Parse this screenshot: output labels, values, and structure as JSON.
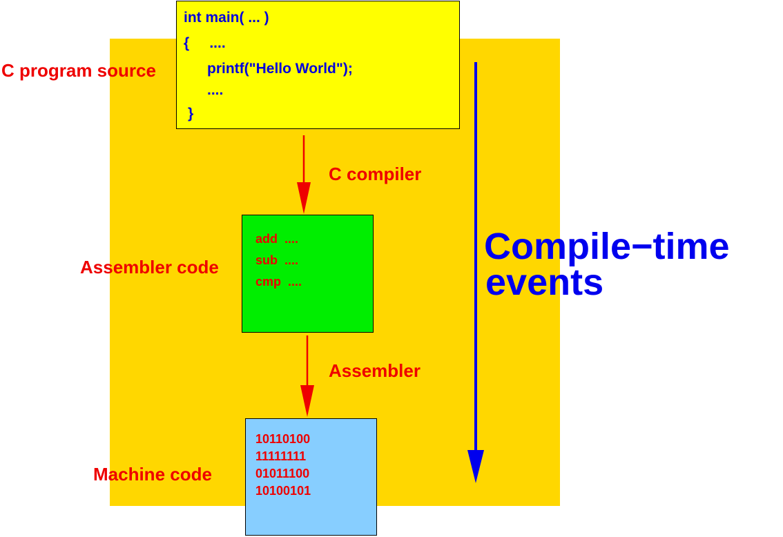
{
  "source": {
    "label": "C program source",
    "code_lines": [
      "int main( ... )",
      "{     ....",
      "printf(\"Hello World\");",
      "....",
      "}"
    ]
  },
  "compile_step": {
    "label": "C compiler"
  },
  "assembler_code": {
    "label": "Assembler code",
    "lines": [
      "add  ....",
      "sub  ....",
      "cmp  ...."
    ]
  },
  "assemble_step": {
    "label": "Assembler"
  },
  "machine_code": {
    "label": "Machine code",
    "lines": [
      "10110100",
      "11111111",
      "01011100",
      "10100101"
    ]
  },
  "timeline": {
    "title_line1": "Compile−time",
    "title_line2": "events"
  },
  "colors": {
    "background_panel": "#ffd700",
    "source_box": "#ffff00",
    "assembler_box": "#00ee00",
    "machine_box": "#87ceff",
    "label_red": "#ee0000",
    "code_blue": "#0000dd",
    "timeline_blue": "#0000ee"
  }
}
